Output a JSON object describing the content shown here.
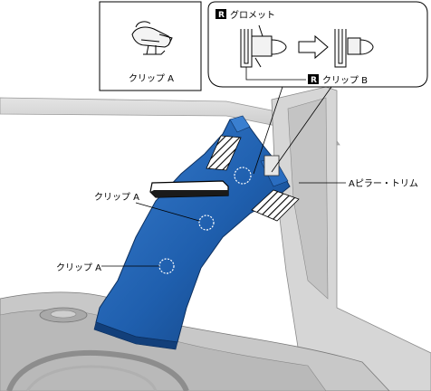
{
  "inset_left": {
    "caption": "クリップ A"
  },
  "inset_right": {
    "grommet_label": "グロメット",
    "clip_b_label": "クリップ B",
    "badge_letter": "R"
  },
  "callouts": {
    "clip_a_upper": "クリップ A",
    "clip_a_lower": "クリップ A",
    "pillar_trim": "Aピラー・トリム"
  },
  "colors": {
    "trim_blue": "#1f5fae",
    "trim_blue_dark": "#123f7a",
    "body_gray": "#cfcfcf",
    "outline": "#000000"
  }
}
